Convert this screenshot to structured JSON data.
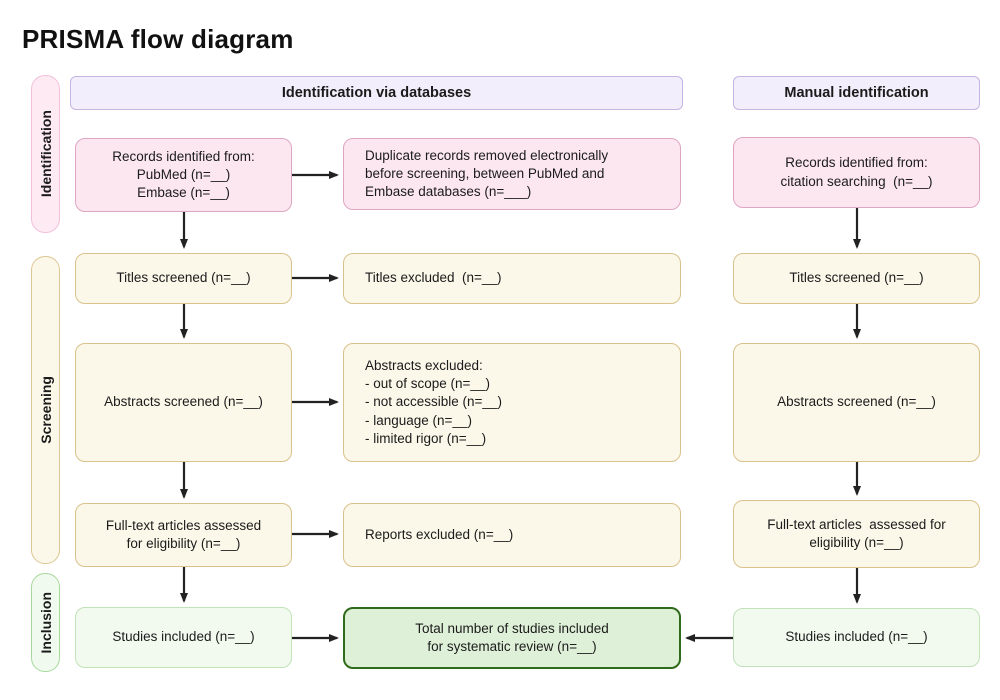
{
  "title": "PRISMA flow diagram",
  "column_headers": {
    "databases": "Identification via databases",
    "manual": "Manual identification"
  },
  "stage_labels": {
    "identification": "Identification",
    "screening": "Screening",
    "inclusion": "Inclusion"
  },
  "boxes": {
    "records_databases": "Records identified from:\nPubMed (n=__)\nEmbase (n=__)",
    "duplicates_removed": "Duplicate records removed electronically\nbefore screening, between PubMed and\nEmbase databases (n=___)",
    "records_manual": "Records identified from:\ncitation searching  (n=__)",
    "titles_screened_db": "Titles screened (n=__)",
    "titles_excluded": "Titles excluded  (n=__)",
    "titles_screened_manual": "Titles screened (n=__)",
    "abstracts_screened_db": "Abstracts screened (n=__)",
    "abstracts_excluded": "Abstracts excluded:\n- out of scope (n=__)\n- not accessible (n=__)\n- language (n=__)\n- limited rigor (n=__)",
    "abstracts_screened_manual": "Abstracts screened (n=__)",
    "fulltext_assessed_db": "Full-text articles assessed\nfor eligibility (n=__)",
    "reports_excluded": "Reports excluded (n=__)",
    "fulltext_assessed_manual": "Full-text articles  assessed for\neligibility (n=__)",
    "studies_included_db": "Studies included (n=__)",
    "total_included": "Total number of studies included\nfor systematic review (n=__)",
    "studies_included_manual": "Studies included (n=__)"
  },
  "colors": {
    "pink_fill": "#fce7f1",
    "pink_border": "#dfa6c3",
    "lavender_fill": "#f3eefb",
    "lavender_border": "#c6b4e3",
    "cream_fill": "#fbf7e9",
    "cream_border": "#d9c28c",
    "green_fill": "#f2faf0",
    "green_border": "#c2e2b8",
    "total_fill": "#dff0d8",
    "total_border": "#2e6b1a",
    "arrow": "#222222"
  }
}
